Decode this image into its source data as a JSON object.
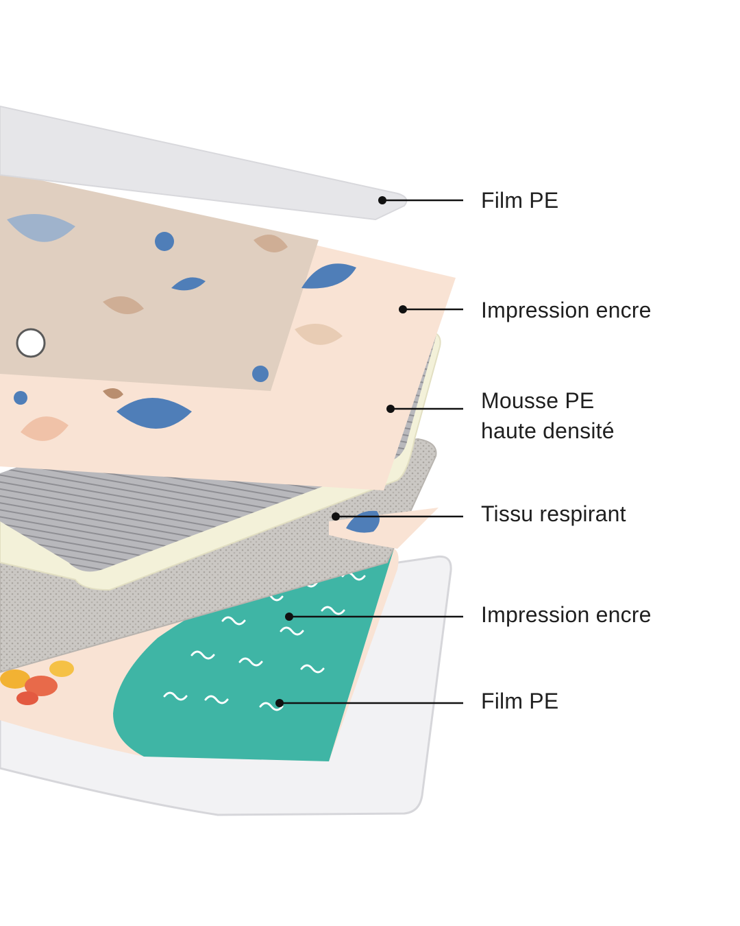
{
  "layers": [
    {
      "id": "film-pe-top",
      "lines": [
        "Film PE"
      ]
    },
    {
      "id": "ink-print-top",
      "lines": [
        "Impression encre"
      ]
    },
    {
      "id": "pe-foam",
      "lines": [
        "Mousse PE",
        "haute densité"
      ]
    },
    {
      "id": "breathable-fabric",
      "lines": [
        "Tissu respirant"
      ]
    },
    {
      "id": "ink-print-bottom",
      "lines": [
        "Impression encre"
      ]
    },
    {
      "id": "film-pe-bottom",
      "lines": [
        "Film PE"
      ]
    }
  ],
  "colors": {
    "film": "#e6e6e9",
    "print_bg": "#f9e3d4",
    "print_inner": "#e0cfc0",
    "foam_top": "#a9a9ad",
    "foam_side": "#f3f1d9",
    "fabric": "#c9c6c3",
    "teal": "#3fb5a5",
    "leaf_blue": "#4f7eb8",
    "leader": "#111111"
  }
}
